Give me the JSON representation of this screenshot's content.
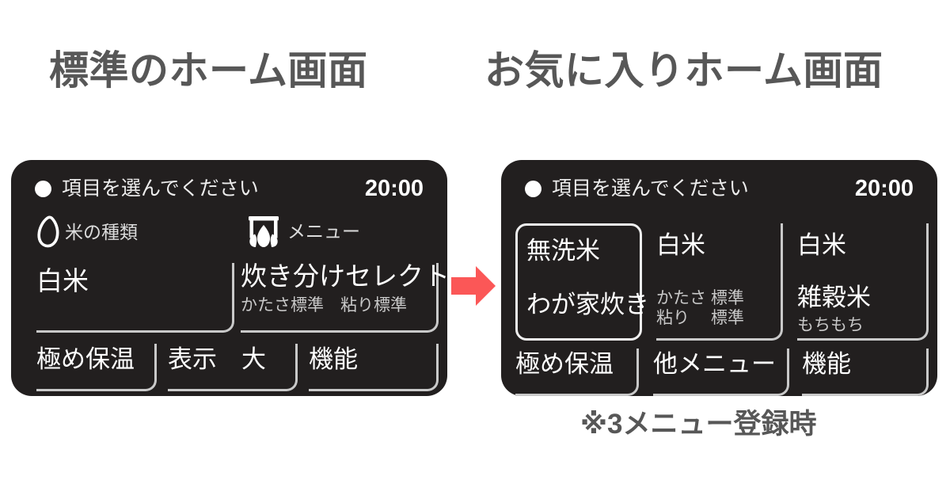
{
  "headings": {
    "left": "標準のホーム画面",
    "right": "お気に入りホーム画面"
  },
  "colors": {
    "page_background": "#ffffff",
    "lcd_background": "#221F1F",
    "lcd_text": "#ffffff",
    "lcd_text_dim": "#C8C8C8",
    "heading_text": "#575757",
    "arrow_red": "#FB5757",
    "field_rule": "#C9C9C9"
  },
  "standard_screen": {
    "status": {
      "indicator": "status-dot-icon",
      "message": "項目を選んでください",
      "clock": "20:00"
    },
    "icon_labels": [
      {
        "icon": "rice-grain-icon",
        "label": "米の種類"
      },
      {
        "icon": "stove-flame-icon",
        "label": "メニュー"
      }
    ],
    "fields": [
      {
        "name": "rice-kind",
        "main": "白米",
        "sub": ""
      },
      {
        "name": "cook-select",
        "main": "炊き分けセレクト",
        "sub": "かたさ標準　粘り標準"
      }
    ],
    "bottom_buttons": [
      {
        "name": "keep-warm",
        "label": "極め保温"
      },
      {
        "name": "display-size",
        "label": "表示　大"
      },
      {
        "name": "function",
        "label": "機能"
      }
    ]
  },
  "favorite_screen": {
    "status": {
      "indicator": "status-dot-icon",
      "message": "項目を選んでください",
      "clock": "20:00"
    },
    "menu_cards": [
      {
        "name": "musenmai-wagaya",
        "selected": true,
        "line1": "無洗米",
        "line2": "わが家炊き",
        "sub": ""
      },
      {
        "name": "hakumai-standard",
        "selected": false,
        "line1": "白米",
        "line2": "",
        "sub": "かたさ 標準\n粘り　 標準"
      },
      {
        "name": "hakumai-zakkokumai",
        "selected": false,
        "line1": "白米",
        "line2": "雑穀米",
        "sub": "もちもち"
      }
    ],
    "bottom_buttons": [
      {
        "name": "keep-warm",
        "label": "極め保温"
      },
      {
        "name": "other-menu",
        "label": "他メニュー"
      },
      {
        "name": "function",
        "label": "機能"
      }
    ]
  },
  "transition": {
    "icon": "arrow-right-icon",
    "direction": "right"
  },
  "footnote": "※3メニュー登録時"
}
